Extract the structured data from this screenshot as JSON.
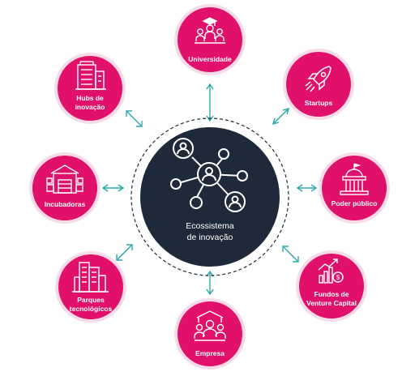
{
  "colors": {
    "satellite": "#e0106b",
    "satellite_ring": "#f7dbe7",
    "center": "#1e2a39",
    "connector": "#2aa8a8",
    "dashed_ring": "#1e2a39",
    "text": "#ffffff"
  },
  "center": {
    "line1": "Ecossistema",
    "line2": "de inovação",
    "icon": "network-people-icon"
  },
  "nodes": [
    {
      "id": "universidade",
      "lines": [
        "Universidade"
      ],
      "icon": "graduation-people-icon"
    },
    {
      "id": "startups",
      "lines": [
        "Startups"
      ],
      "icon": "rocket-icon"
    },
    {
      "id": "poder-publico",
      "lines": [
        "Poder público"
      ],
      "icon": "government-building-icon"
    },
    {
      "id": "fundos-vc",
      "lines": [
        "Fundos de",
        "Venture Capital"
      ],
      "icon": "growth-chart-dollar-icon"
    },
    {
      "id": "empresa",
      "lines": [
        "Empresa"
      ],
      "icon": "business-team-icon"
    },
    {
      "id": "parques",
      "lines": [
        "Parques",
        "tecnológicos"
      ],
      "icon": "city-buildings-icon"
    },
    {
      "id": "incubadoras",
      "lines": [
        "Incubadoras"
      ],
      "icon": "warehouse-boxes-icon"
    },
    {
      "id": "hubs",
      "lines": [
        "Hubs de",
        "inovação"
      ],
      "icon": "office-building-icon"
    }
  ]
}
